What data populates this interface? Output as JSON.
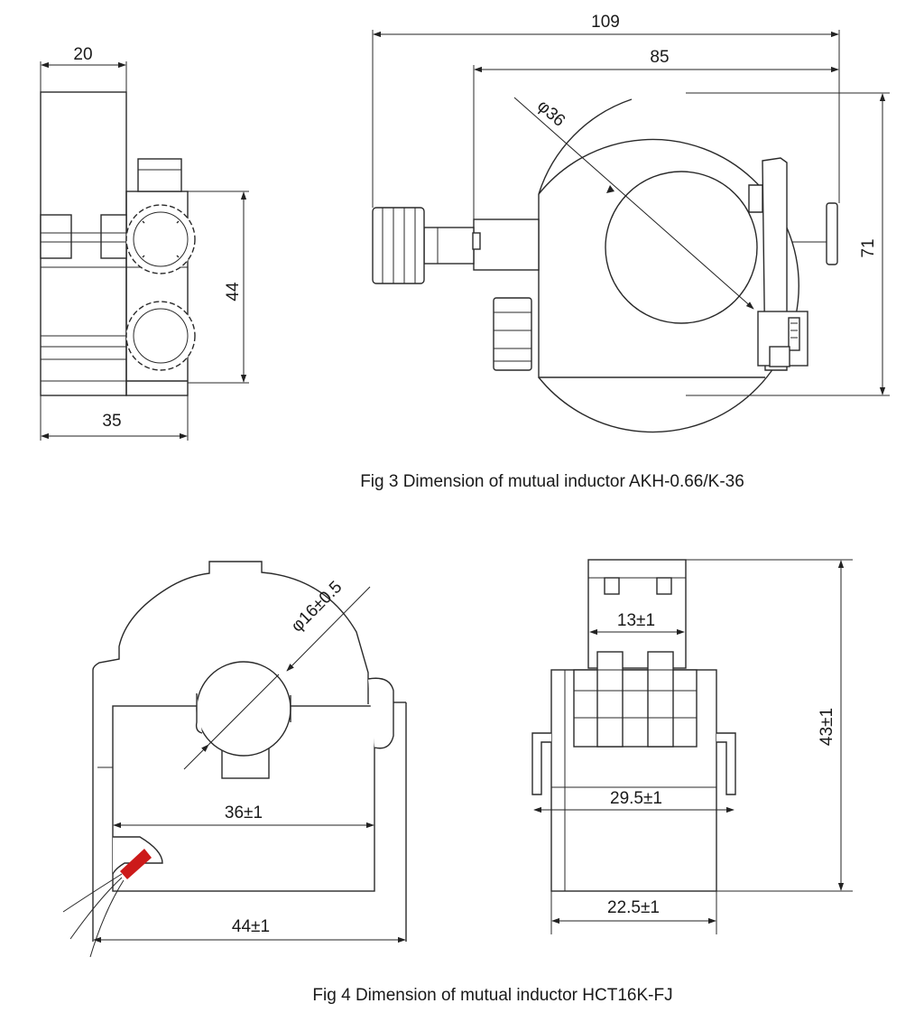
{
  "fig3": {
    "caption": "Fig 3 Dimension of mutual inductor AKH-0.66/K-36",
    "side_view": {
      "width_top": "20",
      "height_right": "44",
      "width_bottom": "35"
    },
    "front_view": {
      "width_overall": "109",
      "width_body": "85",
      "hole_diameter": "φ36",
      "height_right": "71"
    }
  },
  "fig4": {
    "caption": "Fig 4 Dimension of mutual inductor HCT16K-FJ",
    "front_view": {
      "hole_diameter": "φ16±0.5",
      "inner_width": "36±1",
      "outer_width": "44±1"
    },
    "side_view": {
      "top_width": "13±1",
      "mid_width": "29.5±1",
      "bottom_width": "22.5±1",
      "height": "43±1"
    }
  },
  "colors": {
    "lead_marker": "#cc1a1a",
    "line": "#2a2a2a"
  }
}
